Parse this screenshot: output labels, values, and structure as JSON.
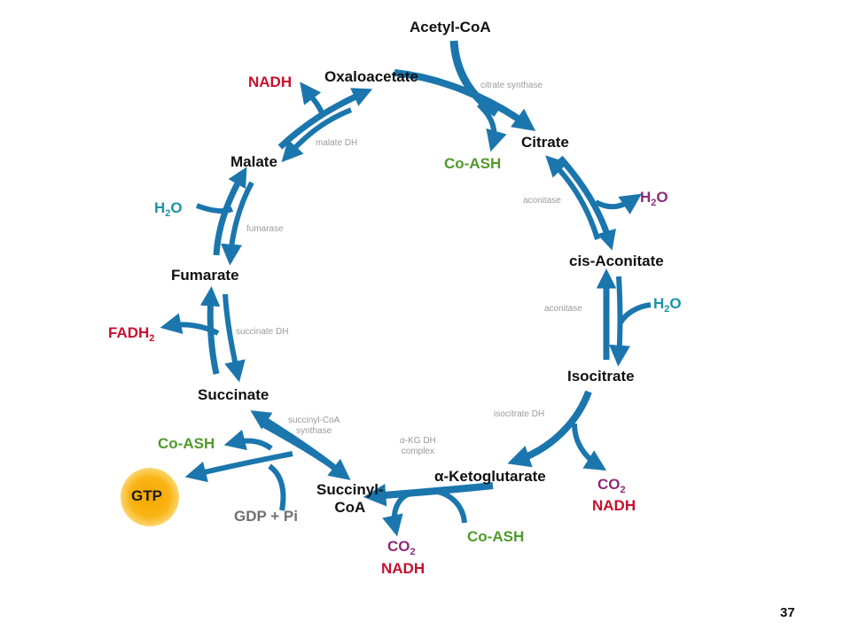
{
  "metabolites": {
    "acetyl_coa": "Acetyl-CoA",
    "oxaloacetate": "Oxaloacetate",
    "citrate": "Citrate",
    "cis_aconitate": "cis-Aconitate",
    "isocitrate": "Isocitrate",
    "alpha_ketoglutarate": "α-Ketoglutarate",
    "succinyl_coa_line1": "Succinyl-",
    "succinyl_coa_line2": "CoA",
    "succinate": "Succinate",
    "fumarate": "Fumarate",
    "malate": "Malate"
  },
  "enzymes": {
    "citrate_synthase": "citrate synthase",
    "aconitase_1": "aconitase",
    "aconitase_2": "aconitase",
    "isocitrate_dh": "isocitrate DH",
    "akg_dh_line1": "α-KG DH",
    "akg_dh_line2": "complex",
    "succinyl_coa_synthase_line1": "succinyl-CoA",
    "succinyl_coa_synthase_line2": "synthase",
    "succinate_dh": "succinate DH",
    "fumarase": "fumarase",
    "malate_dh": "malate DH"
  },
  "cofactors": {
    "nadh_oxaloacetate": "NADH",
    "coash_citrate": "Co-ASH",
    "h2o_aconitase_1": {
      "base": "H",
      "sub": "2",
      "rest": "O"
    },
    "h2o_aconitase_2": {
      "base": "H",
      "sub": "2",
      "rest": "O"
    },
    "co2_isocitrate": {
      "base": "CO",
      "sub": "2"
    },
    "nadh_isocitrate": "NADH",
    "coash_akg": "Co-ASH",
    "co2_akg": {
      "base": "CO",
      "sub": "2"
    },
    "nadh_akg": "NADH",
    "coash_succinyl": "Co-ASH",
    "gtp": "GTP",
    "gdp_pi": "GDP + Pi",
    "fadh2": {
      "base": "FADH",
      "sub": "2"
    },
    "h2o_fumarase": {
      "base": "H",
      "sub": "2",
      "rest": "O"
    }
  },
  "colors": {
    "arrow": "#1b76ad",
    "nadh": "#c8102e",
    "coash": "#4f9a2b",
    "h2o_left": "#1a93a6",
    "h2o_right_purple": "#8e2a78",
    "co2": "#8e2a78",
    "gtp_glow": "#f7a800"
  },
  "page_number": "37"
}
